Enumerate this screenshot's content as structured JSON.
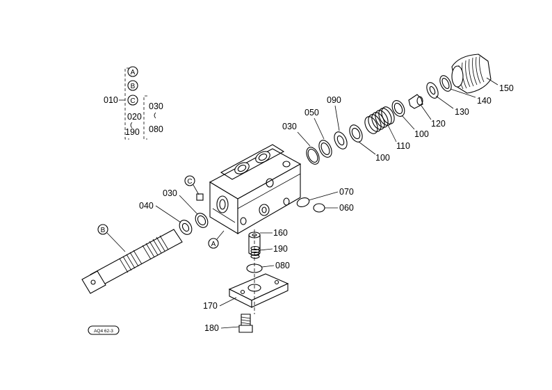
{
  "legend": {
    "circle_a": "A",
    "circle_b": "B",
    "circle_c": "C",
    "code_010": "010",
    "code_020": "020",
    "code_190": "190",
    "code_030": "030",
    "code_080": "080",
    "tilde": "{"
  },
  "labels": {
    "l150": "150",
    "l140": "140",
    "l130": "130",
    "l120": "120",
    "l100a": "100",
    "l110": "110",
    "l100b": "100",
    "l090": "090",
    "l050": "050",
    "l030a": "030",
    "l070": "070",
    "l060": "060",
    "l030b": "030",
    "l040": "040",
    "l160": "160",
    "l190": "190",
    "l080": "080",
    "l170": "170",
    "l180": "180",
    "circle_a": "A",
    "circle_b": "B",
    "circle_c": "C"
  },
  "drawing_code": "AQ4 62-3"
}
